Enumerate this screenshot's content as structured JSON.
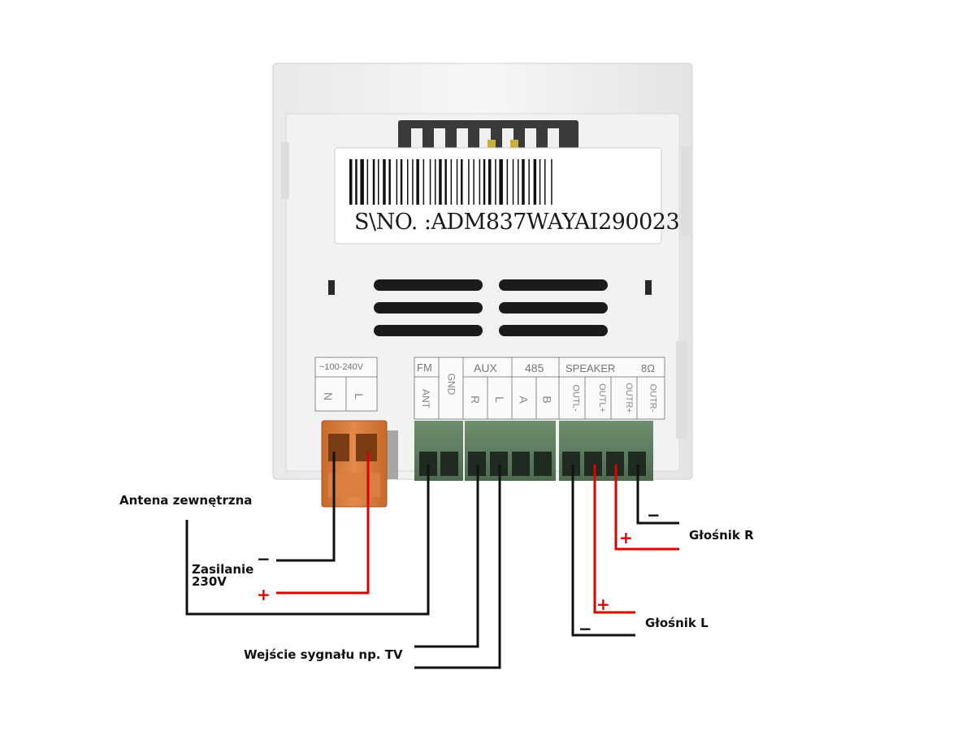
{
  "device": {
    "serial": "S\\NO. :ADM837WAYAI290023",
    "power_header": "~100-240V",
    "power_pins": [
      "N",
      "L"
    ],
    "fm_header": "FM",
    "fm_pins": [
      "ANT",
      "GND"
    ],
    "aux_header": "AUX",
    "aux_pins": [
      "R",
      "L"
    ],
    "rs485_header": "485",
    "rs485_pins": [
      "A",
      "B"
    ],
    "speaker_header": "SPEAKER",
    "speaker_impedance": "8Ω",
    "speaker_pins": [
      "OUTL-",
      "OUTL+",
      "OUTR+",
      "OUTR-"
    ]
  },
  "labels": {
    "antenna": "Antena zewnętrzna",
    "power": "Zasilanie 230V",
    "signal_input": "Wejście sygnału np. TV",
    "speaker_r": "Głośnik R",
    "speaker_l": "Głośnik L"
  },
  "signs": {
    "plus": "+",
    "minus": "−"
  },
  "colors": {
    "wire_positive": "#e00000",
    "wire_negative": "#111111",
    "terminal_green": "#5a7a5c",
    "power_plug_orange": "#d2783a"
  }
}
